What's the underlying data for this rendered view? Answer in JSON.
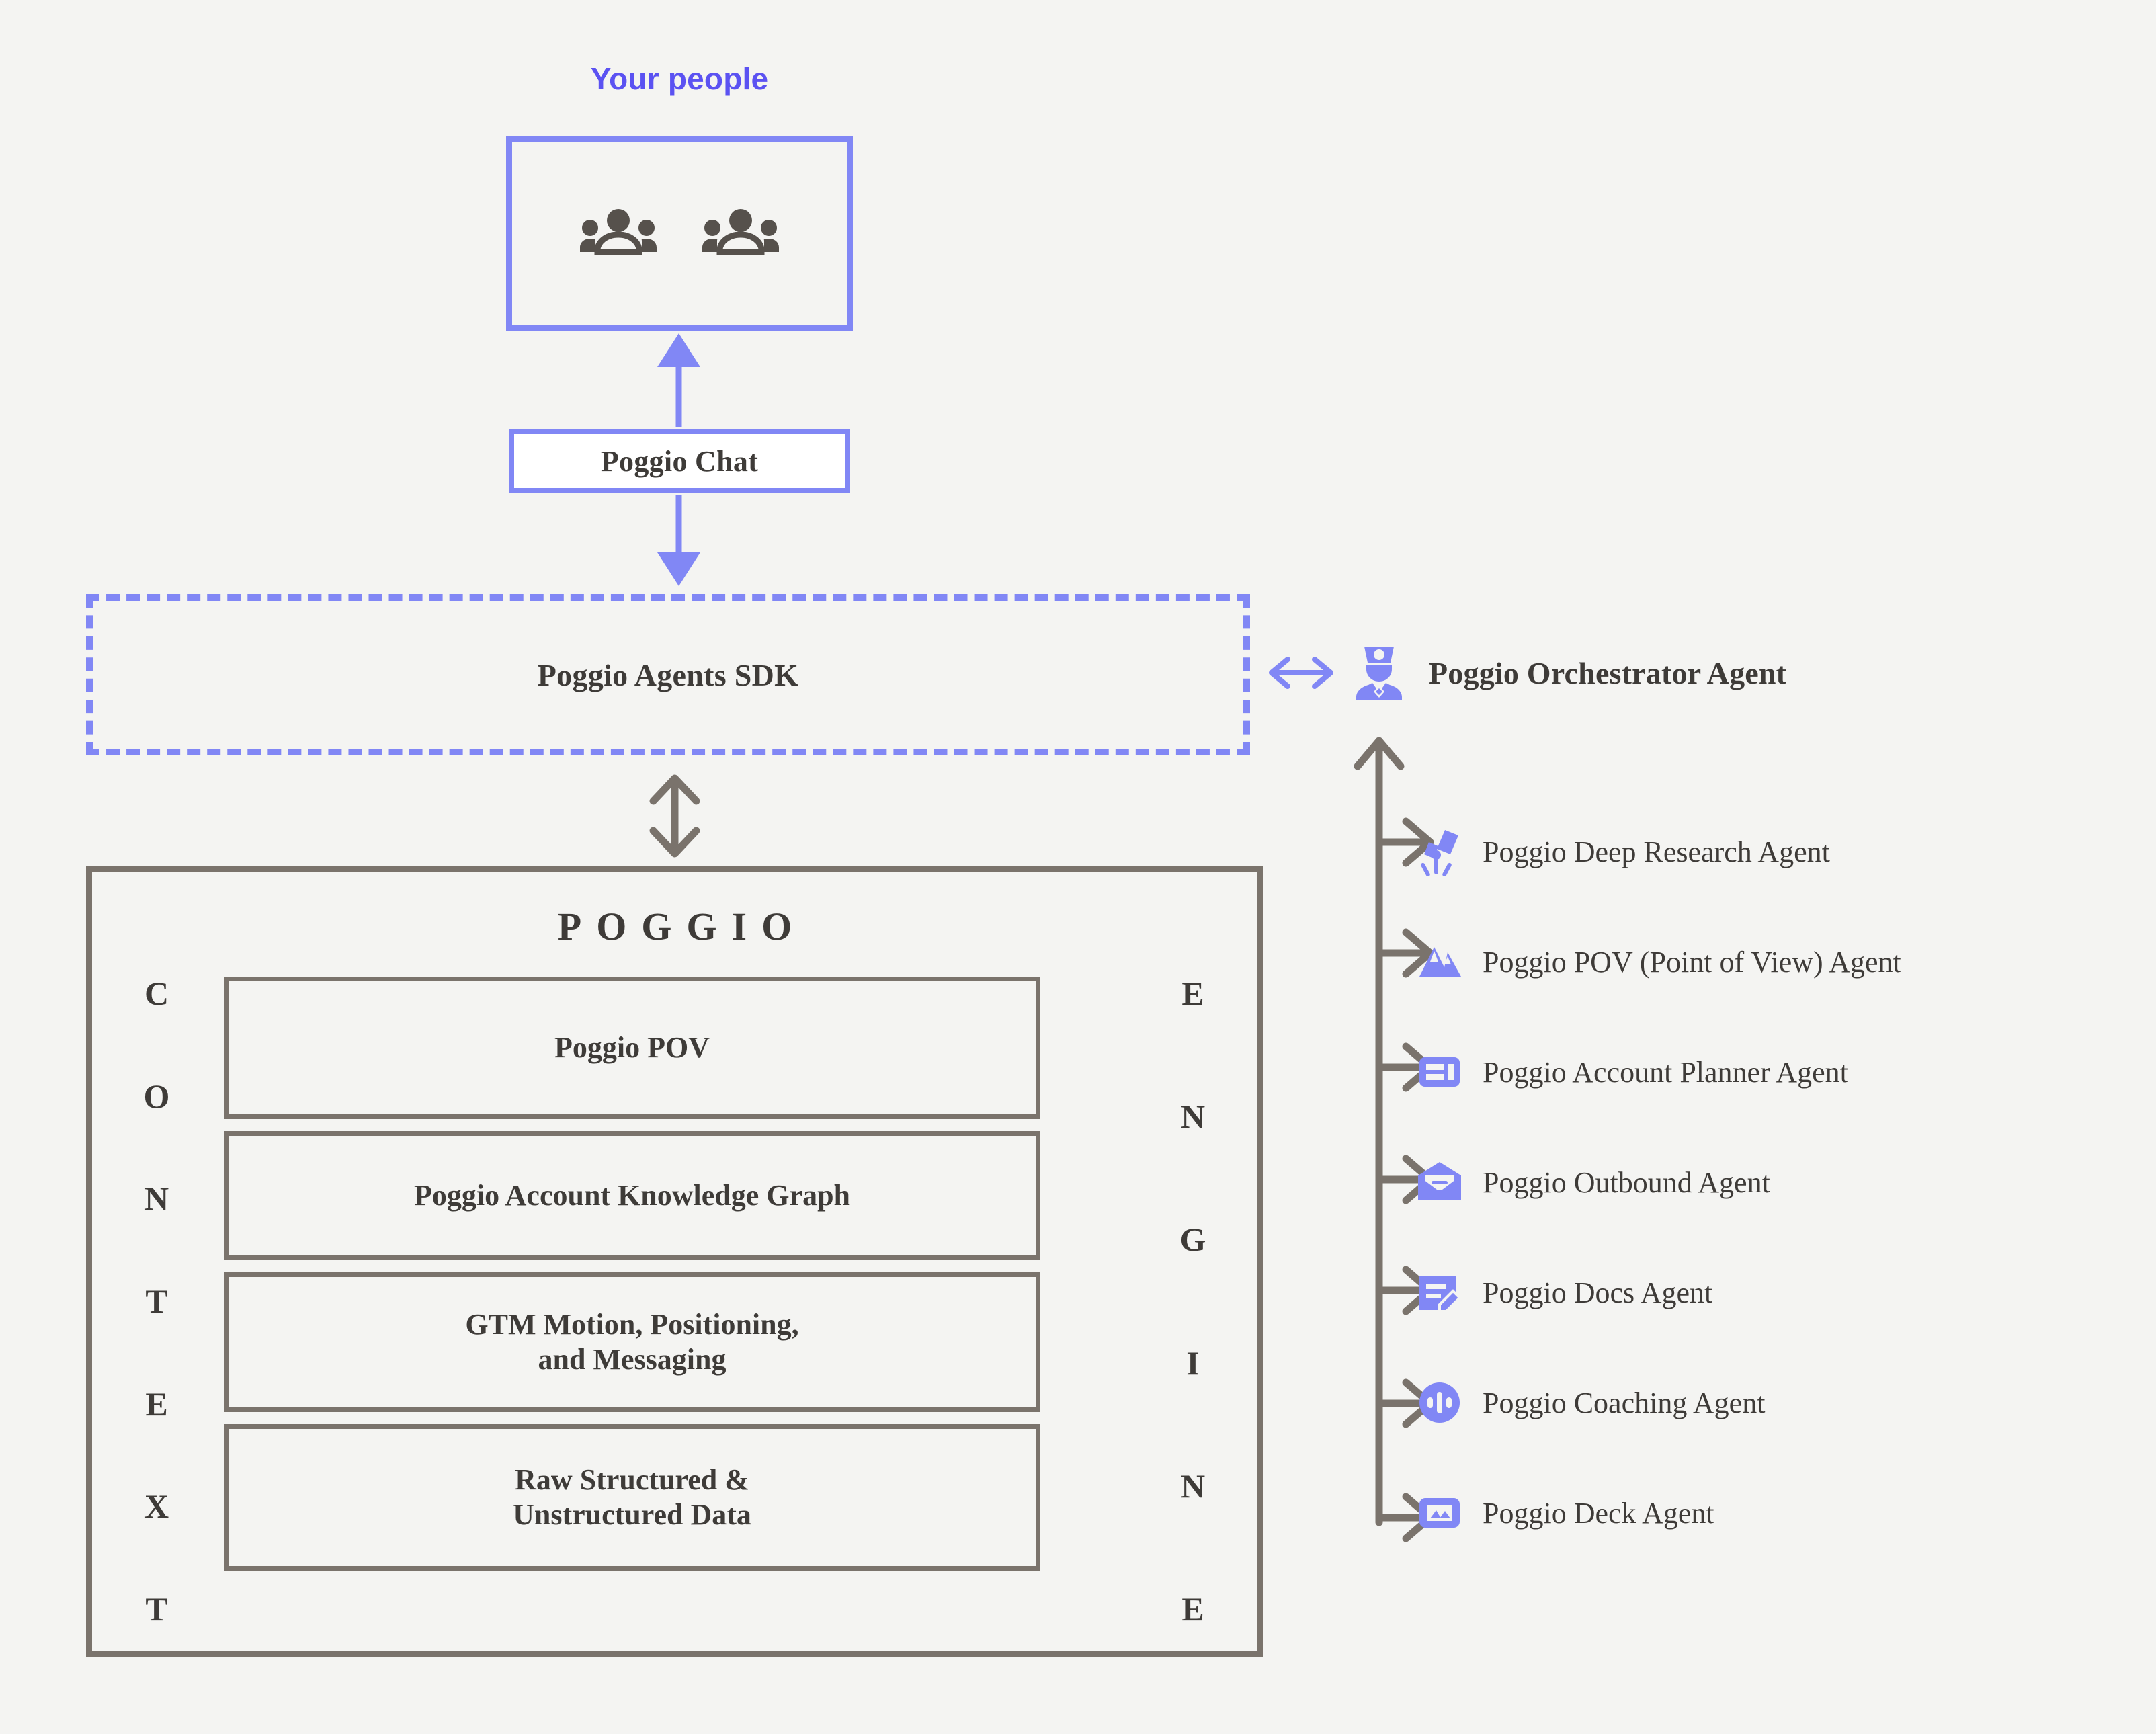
{
  "colors": {
    "background": "#f4f4f2",
    "accent_purple": "#8187f5",
    "label_purple": "#5b52f2",
    "frame_gray": "#7a736c",
    "text_dark": "#3e3b38"
  },
  "people": {
    "label": "Your people",
    "icons": [
      "groups-icon",
      "groups-icon"
    ]
  },
  "chat": {
    "label": "Poggio Chat"
  },
  "sdk": {
    "label": "Poggio Agents SDK"
  },
  "orchestrator": {
    "label": "Poggio Orchestrator Agent",
    "icon": "concierge-icon",
    "link_icon": "double-arrow-horizontal-icon"
  },
  "poggio": {
    "title": "POGGIO",
    "left_letters": [
      "C",
      "O",
      "N",
      "T",
      "E",
      "X",
      "T"
    ],
    "right_letters": [
      "E",
      "N",
      "G",
      "I",
      "N",
      "E"
    ],
    "layers": [
      {
        "label": "Poggio POV"
      },
      {
        "label": "Poggio Account Knowledge Graph"
      },
      {
        "label": "GTM Motion, Positioning,\nand Messaging"
      },
      {
        "label": "Raw Structured &\nUnstructured Data"
      }
    ]
  },
  "agents": [
    {
      "label": "Poggio Deep Research Agent",
      "icon": "telescope-icon"
    },
    {
      "label": "Poggio POV (Point of View) Agent",
      "icon": "mountains-icon"
    },
    {
      "label": "Poggio Account Planner Agent",
      "icon": "layout-card-icon"
    },
    {
      "label": "Poggio Outbound Agent",
      "icon": "envelope-open-icon"
    },
    {
      "label": "Poggio Docs Agent",
      "icon": "note-edit-icon"
    },
    {
      "label": "Poggio Coaching Agent",
      "icon": "audio-waveform-circle-icon"
    },
    {
      "label": "Poggio Deck Agent",
      "icon": "image-slide-icon"
    }
  ]
}
